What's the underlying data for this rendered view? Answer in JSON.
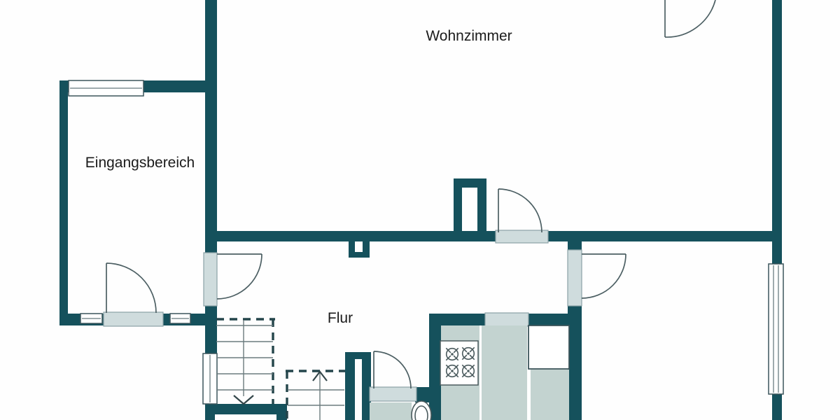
{
  "page": {
    "type": "floor-plan"
  },
  "rooms": {
    "wohnzimmer": {
      "label": "Wohnzimmer"
    },
    "eingangsbereich": {
      "label": "Eingangsbereich"
    },
    "flur": {
      "label": "Flur"
    }
  },
  "colors": {
    "wall": "#15515c",
    "threshold": "#cfdcdd",
    "threshold-border": "#8ba2a6",
    "counter": "#c3d3d0",
    "outline": "#3c555b",
    "arc": "#4c5f63",
    "stair-line": "#6b7b7e",
    "dash": "#24454b",
    "text": "#1b1b1b",
    "bg": "#fefefe"
  },
  "elements": {
    "doors": [
      "entry-door",
      "entrance-to-hall-door",
      "hall-to-living-room-door",
      "hall-to-right-room-door",
      "wc-door",
      "living-room-top-door"
    ],
    "windows": [
      "entrance-top-window",
      "entry-sidelight-left",
      "entry-sidelight-right",
      "stair-west-window",
      "right-room-east-window"
    ],
    "stairs": [
      "stairs-down",
      "stairs-up"
    ],
    "fixtures": [
      "stove",
      "kitchen-counter-left",
      "kitchen-counter-middle",
      "kitchen-counter-right",
      "kitchen-appliance-box",
      "serving-hatch",
      "toilet",
      "wc-vanity",
      "chimney-shaft",
      "duct-shaft"
    ]
  }
}
